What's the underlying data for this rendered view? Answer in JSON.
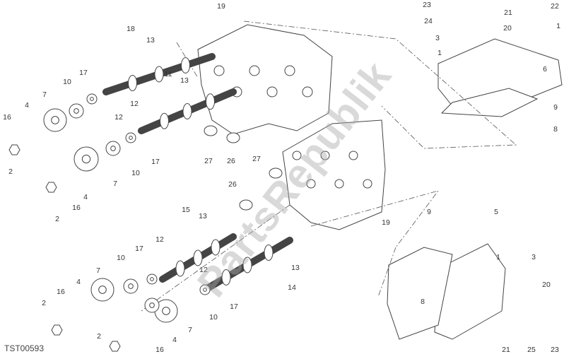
{
  "diagram_code": "TST00593",
  "watermark": "PartsRepublik",
  "callouts": [
    "18",
    "13",
    "17",
    "10",
    "7",
    "4",
    "16",
    "2",
    "11",
    "13",
    "12",
    "12",
    "17",
    "10",
    "7",
    "4",
    "16",
    "2",
    "27",
    "26",
    "19",
    "27",
    "26",
    "19",
    "15",
    "13",
    "12",
    "17",
    "10",
    "7",
    "4",
    "16",
    "2",
    "12",
    "13",
    "14",
    "17",
    "10",
    "7",
    "4",
    "2",
    "16",
    "23",
    "22",
    "21",
    "24",
    "1",
    "3",
    "20",
    "1",
    "6",
    "9",
    "8",
    "9",
    "5",
    "1",
    "3",
    "20",
    "8",
    "21",
    "25",
    "23"
  ]
}
